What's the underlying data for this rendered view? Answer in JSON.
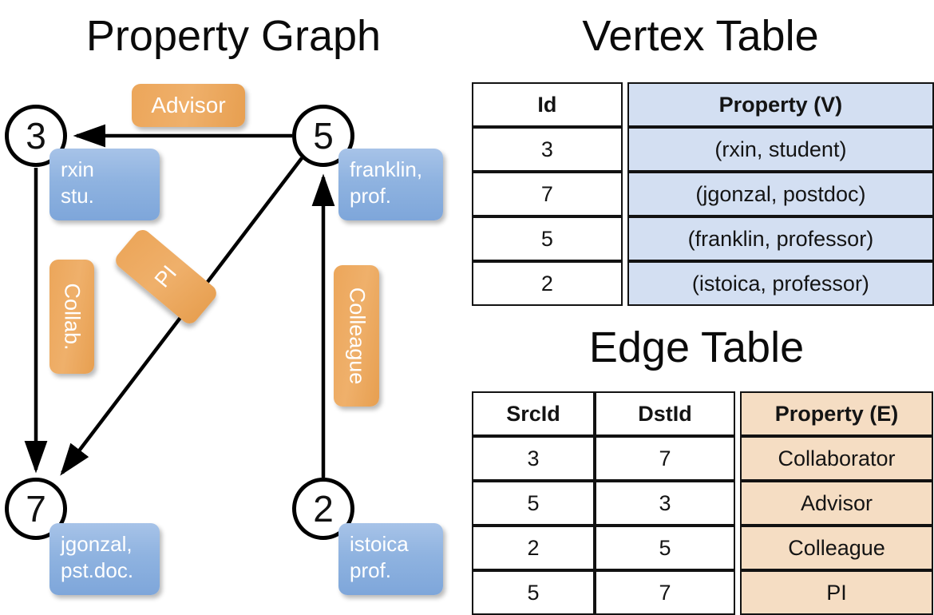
{
  "titles": {
    "property_graph": "Property Graph",
    "vertex_table": "Vertex Table",
    "edge_table": "Edge Table"
  },
  "colors": {
    "vertex_property_fill": "#d3dff2",
    "edge_property_fill": "#f5ddc3",
    "vertex_box_fill": "#8fb3e0",
    "edge_label_fill": "#eca65a",
    "stroke": "#000000"
  },
  "graph": {
    "nodes": [
      {
        "id": "3",
        "property_line1": "rxin",
        "property_line2": "stu."
      },
      {
        "id": "5",
        "property_line1": "franklin,",
        "property_line2": "prof."
      },
      {
        "id": "7",
        "property_line1": "jgonzal,",
        "property_line2": "pst.doc."
      },
      {
        "id": "2",
        "property_line1": "istoica",
        "property_line2": "prof."
      }
    ],
    "edge_labels": [
      {
        "name": "advisor",
        "text": "Advisor"
      },
      {
        "name": "collab",
        "text": "Collab."
      },
      {
        "name": "pi",
        "text": "PI"
      },
      {
        "name": "colleague",
        "text": "Colleague"
      }
    ],
    "edges": [
      {
        "src": "5",
        "dst": "3",
        "label": "Advisor"
      },
      {
        "src": "3",
        "dst": "7",
        "label": "Collab."
      },
      {
        "src": "5",
        "dst": "7",
        "label": "PI"
      },
      {
        "src": "2",
        "dst": "5",
        "label": "Colleague"
      }
    ]
  },
  "vertex_table": {
    "headers": [
      "Id",
      "Property (V)"
    ],
    "rows": [
      {
        "id": "3",
        "property": "(rxin, student)"
      },
      {
        "id": "7",
        "property": "(jgonzal, postdoc)"
      },
      {
        "id": "5",
        "property": "(franklin, professor)"
      },
      {
        "id": "2",
        "property": "(istoica, professor)"
      }
    ]
  },
  "edge_table": {
    "headers": [
      "SrcId",
      "DstId",
      "Property (E)"
    ],
    "rows": [
      {
        "src": "3",
        "dst": "7",
        "property": "Collaborator"
      },
      {
        "src": "5",
        "dst": "3",
        "property": "Advisor"
      },
      {
        "src": "2",
        "dst": "5",
        "property": "Colleague"
      },
      {
        "src": "5",
        "dst": "7",
        "property": "PI"
      }
    ]
  }
}
